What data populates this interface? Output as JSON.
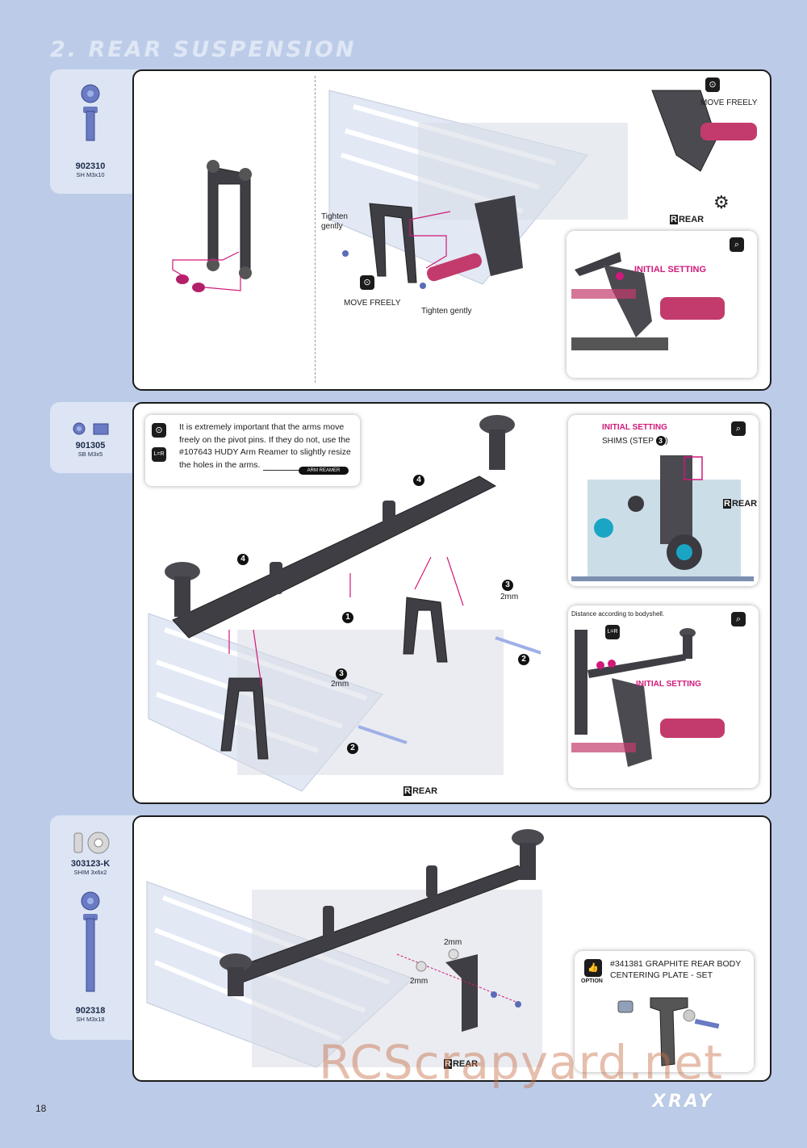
{
  "page": {
    "title": "2. REAR SUSPENSION",
    "page_number": "18",
    "brand": "XRAY",
    "watermark": "RCScrapyard.net"
  },
  "parts": [
    {
      "number": "902310",
      "desc": "SH M3x10"
    },
    {
      "number": "901305",
      "desc": "SB M3x5"
    },
    {
      "number": "303123-K",
      "desc": "SHIM 3x6x2"
    },
    {
      "number": "902318",
      "desc": "SH M3x18"
    }
  ],
  "step1": {
    "tighten_gently_top": "Tighten gently",
    "move_freely_left": "MOVE FREELY",
    "tighten_gently_bottom": "Tighten gently",
    "move_freely_right": "MOVE FREELY",
    "rear": "REAR",
    "detail_initial_setting": "INITIAL SETTING"
  },
  "step2": {
    "note_text": "It is extremely important that the arms move freely on the pivot pins. If they do not, use the #107643 HUDY Arm Reamer to slightly resize the holes in the arms.",
    "arm_reamer": "ARM REAMER",
    "num1": "1",
    "num2a": "2",
    "num2b": "2",
    "num3a": "3",
    "num3b": "3",
    "num4a": "4",
    "num4b": "4",
    "mm_a": "2mm",
    "mm_b": "2mm",
    "rear": "REAR",
    "detail1_initial": "INITIAL SETTING",
    "detail1_shims": "SHIMS (STEP",
    "detail1_step": "3",
    "detail1_rear": "REAR",
    "detail2_distance": "Distance according to bodyshell.",
    "detail2_initial": "INITIAL SETTING"
  },
  "step3": {
    "mm_a": "2mm",
    "mm_b": "2mm",
    "rear": "REAR",
    "option_label": "OPTION",
    "option_text_1": "#341381 GRAPHITE REAR BODY",
    "option_text_2": "CENTERING PLATE - SET"
  },
  "colors": {
    "accent": "#d0197a",
    "background": "#bccce8",
    "part_blue": "#5a6cb8"
  }
}
